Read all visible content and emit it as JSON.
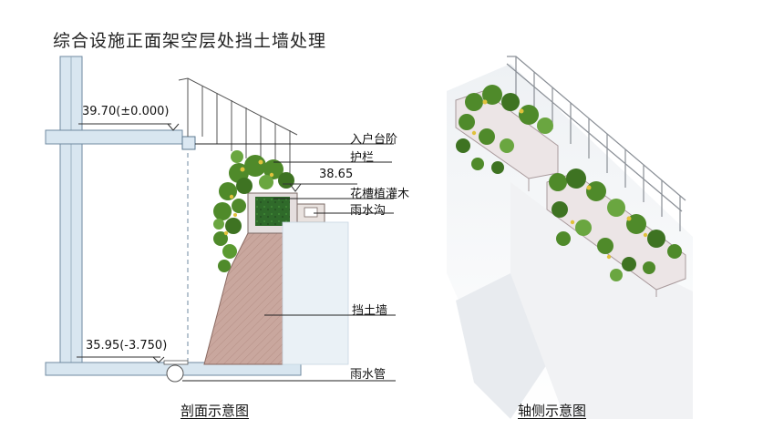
{
  "title": "综合设施正面架空层处挡土墙处理",
  "section": {
    "elev_top": "39.70(±0.000)",
    "elev_mid": "38.65",
    "elev_bottom": "35.95(-3.750)",
    "labels": {
      "step": "入户台阶",
      "railing": "护栏",
      "planter": "花槽植灌木",
      "gutter": "雨水沟",
      "retaining_wall": "挡土墙",
      "drain_pipe": "雨水管"
    },
    "caption": "剖面示意图"
  },
  "axonometric": {
    "caption": "轴侧示意图"
  },
  "colors": {
    "wall": "#c9a79e",
    "structure": "#d8e6f0",
    "planter": "#e9e2df",
    "foliage": "#4f8a2a",
    "flower": "#e0c23c"
  }
}
